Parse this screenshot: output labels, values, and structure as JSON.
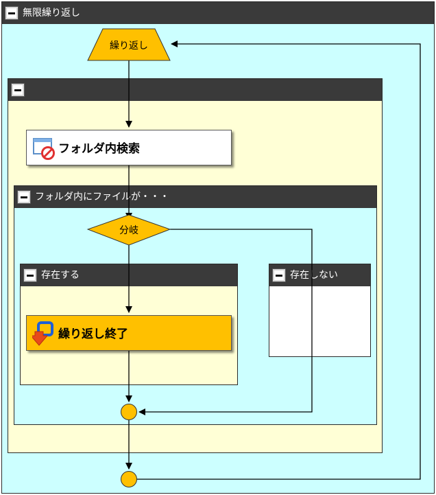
{
  "outer_loop": {
    "title": "無限繰り返し"
  },
  "loop_start": {
    "label": "繰り返し"
  },
  "inner_group": {
    "title": ""
  },
  "search_action": {
    "label": "フォルダ内検索",
    "icon": "folder-search-icon"
  },
  "condition_group": {
    "title": "フォルダ内にファイルが・・・"
  },
  "branch": {
    "label": "分岐"
  },
  "branch_true": {
    "title": "存在する"
  },
  "branch_false": {
    "title": "存在しない"
  },
  "exit_action": {
    "label": "繰り返し終了",
    "icon": "loop-exit-icon"
  },
  "colors": {
    "header": "#3a3a3a",
    "cyan_group": "#ccffff",
    "cream_group": "#ffffd6",
    "shape_fill": "#ffc000",
    "line": "#000000"
  }
}
